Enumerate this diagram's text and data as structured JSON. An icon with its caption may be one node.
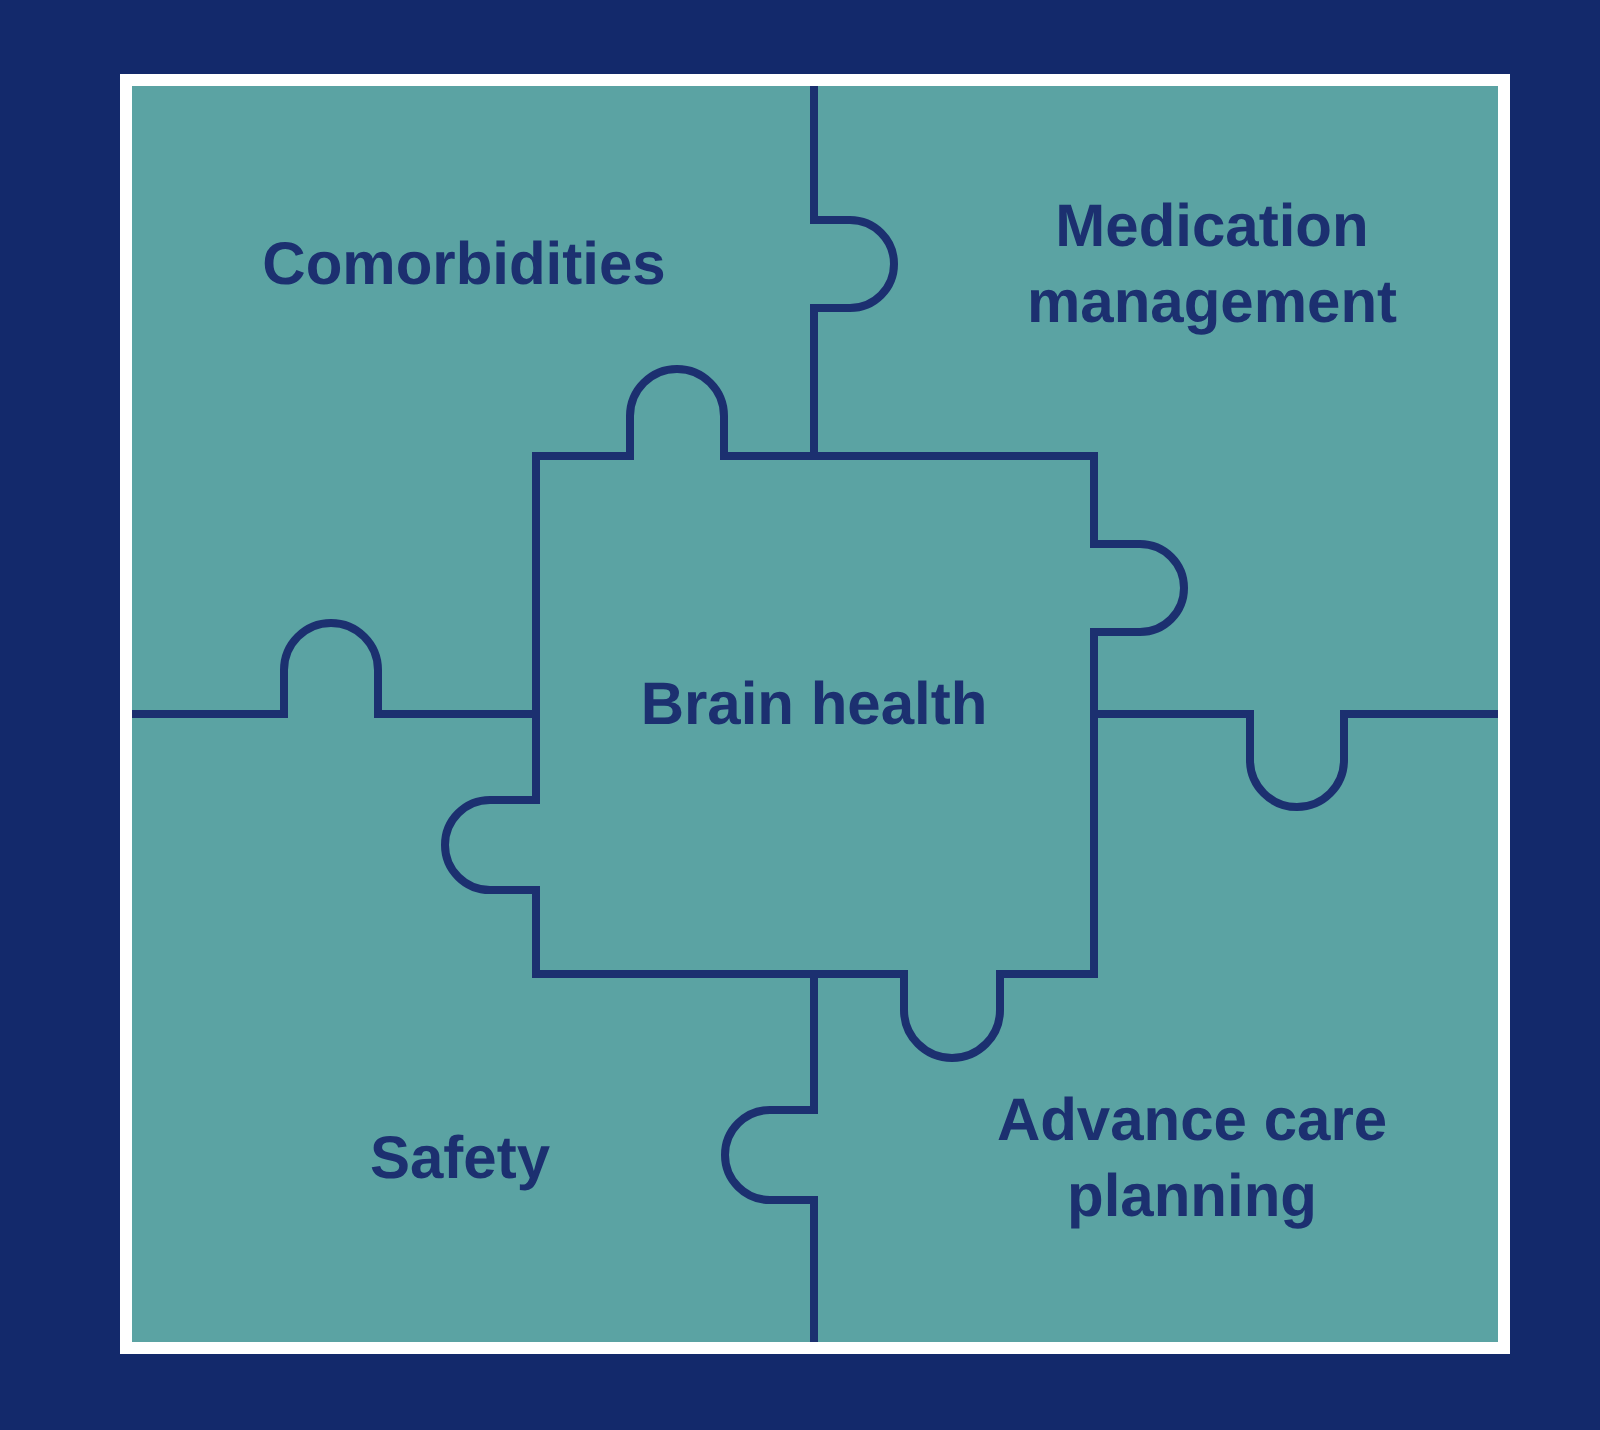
{
  "diagram": {
    "nodes": [
      {
        "text": [
          "Comorbidities"
        ]
      },
      {
        "text": [
          "Medication management"
        ]
      },
      {
        "text": [
          "Brain health"
        ]
      },
      {
        "text": [
          "Safety"
        ]
      },
      {
        "text": [
          "Advance care planning"
        ]
      }
    ]
  }
}
